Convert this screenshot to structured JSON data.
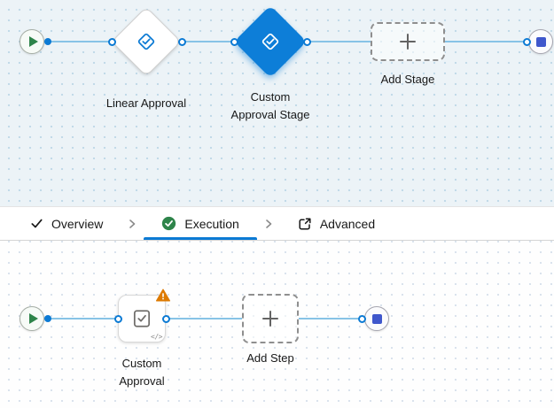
{
  "app": {
    "name": "approval-workflow-builder"
  },
  "colors": {
    "accent": "#0b7ad4",
    "connector": "#87c3e6",
    "success_green": "#2e844a",
    "warning_orange": "#dd7a01",
    "selected_stage_fill": "#0d7ed8",
    "end_marker_blue": "#3f57cc"
  },
  "icons": {
    "start": "play-icon",
    "end": "stop-icon",
    "stage": "approval-stage-icon",
    "step": "custom-approval-icon",
    "warning": "warning-triangle-icon",
    "add": "plus-icon",
    "overview": "check-icon",
    "execution": "success-check-icon",
    "advanced": "advanced-icon",
    "separator": "chevron-right-icon",
    "code": "code-icon"
  },
  "stage_canvas": {
    "nodes": {
      "linear_approval": {
        "label": "Linear Approval",
        "selected": false
      },
      "custom_approval_stage": {
        "label": "Custom Approval Stage",
        "selected": true
      },
      "add_stage": {
        "label": "Add Stage"
      }
    }
  },
  "tab_bar": {
    "tabs": [
      {
        "id": "overview",
        "label": "Overview",
        "active": false
      },
      {
        "id": "execution",
        "label": "Execution",
        "active": true
      },
      {
        "id": "advanced",
        "label": "Advanced",
        "active": false
      }
    ]
  },
  "step_canvas": {
    "nodes": {
      "custom_approval": {
        "label": "Custom Approval",
        "warning": true,
        "code_glyph": "</>"
      },
      "add_step": {
        "label": "Add Step"
      }
    }
  }
}
